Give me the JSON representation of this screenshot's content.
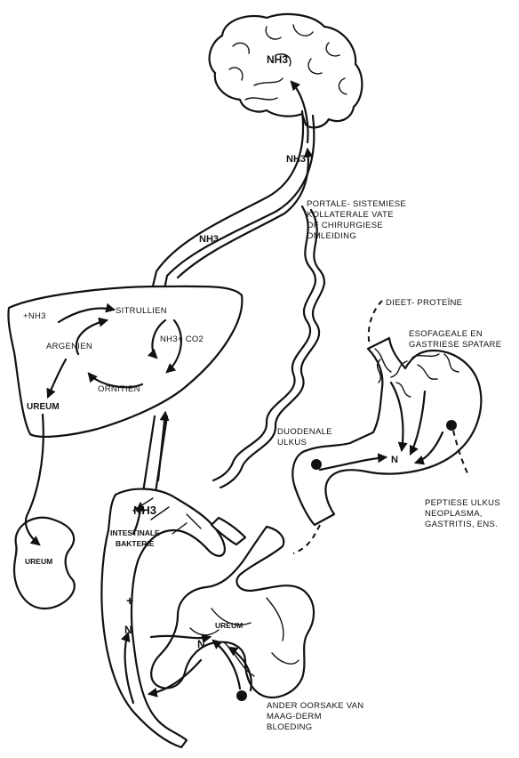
{
  "labels": {
    "brain_nh3": "NH3",
    "vessel_nh3_upper": "NH3",
    "vessel_nh3_lower": "NH3",
    "portal_1": "PORTALE- SISTEMIESE",
    "portal_2": "KOLLATERALE VATE",
    "portal_3": "OF CHIRURGIESE",
    "portal_4": "OMLEIDING",
    "liver_nh3": "+NH3",
    "sitrullien": "SITRULLIEN",
    "argenien": "ARGENIEN",
    "ornitien": "ORNITIEN",
    "nh3_co2": "NH3+ CO2",
    "ureum_liver": "UREUM",
    "ureum_kidney": "UREUM",
    "diet": "DIEET- PROTEÏNE",
    "eso_1": "ESOFAGEALE EN",
    "eso_2": "GASTRIESE SPATARE",
    "duod_1": "DUODENALE",
    "duod_2": "ULKUS",
    "stomach_n": "N",
    "peptic_1": "PEPTIESE ULKUS",
    "peptic_2": "NEOPLASMA,",
    "peptic_3": "GASTRITIS, ENS.",
    "colon_nh3": "NH3",
    "bact_1": "INTESTINALE",
    "bact_2": "BAKTERIE",
    "plus": "+",
    "colon_n": "N",
    "small_n": "N",
    "ureum_gut": "UREUM",
    "bleed_1": "ANDER OORSAKE VAN",
    "bleed_2": "MAAG-DERM",
    "bleed_3": "BLOEDING"
  }
}
